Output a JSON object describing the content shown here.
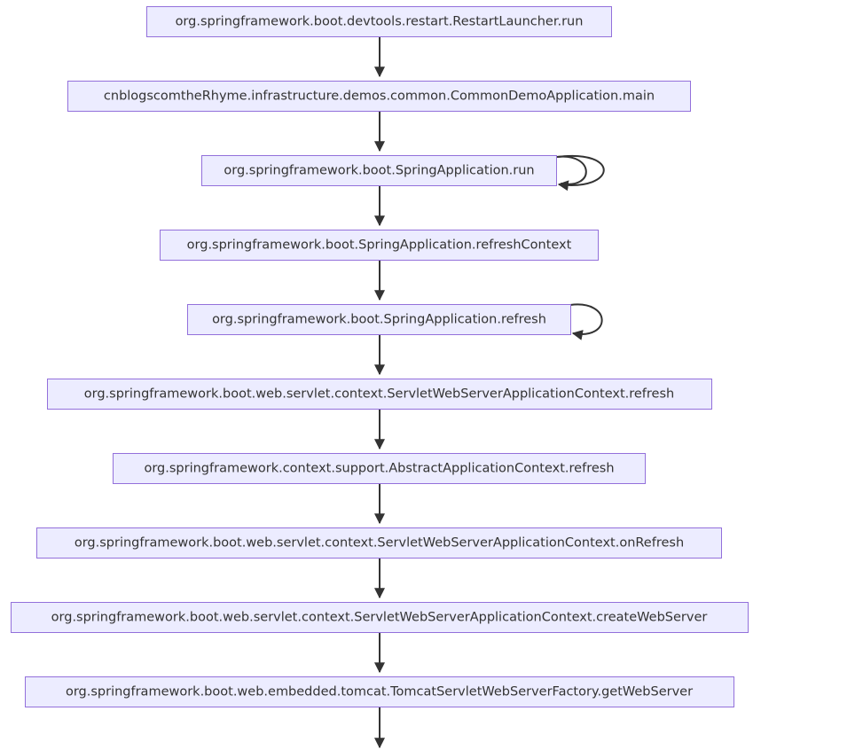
{
  "diagram": {
    "type": "flowchart",
    "direction": "top-down",
    "colors": {
      "node_fill": "#ECECFF",
      "node_border": "#9370DB",
      "edge": "#333333",
      "text": "#333333"
    },
    "nodes": [
      {
        "id": "n1",
        "label": "org.springframework.boot.devtools.restart.RestartLauncher.run"
      },
      {
        "id": "n2",
        "label": "cnblogscomtheRhyme.infrastructure.demos.common.CommonDemoApplication.main"
      },
      {
        "id": "n3",
        "label": "org.springframework.boot.SpringApplication.run",
        "self_loops": 2
      },
      {
        "id": "n4",
        "label": "org.springframework.boot.SpringApplication.refreshContext"
      },
      {
        "id": "n5",
        "label": "org.springframework.boot.SpringApplication.refresh",
        "self_loops": 1
      },
      {
        "id": "n6",
        "label": "org.springframework.boot.web.servlet.context.ServletWebServerApplicationContext.refresh"
      },
      {
        "id": "n7",
        "label": "org.springframework.context.support.AbstractApplicationContext.refresh"
      },
      {
        "id": "n8",
        "label": "org.springframework.boot.web.servlet.context.ServletWebServerApplicationContext.onRefresh"
      },
      {
        "id": "n9",
        "label": "org.springframework.boot.web.servlet.context.ServletWebServerApplicationContext.createWebServer"
      },
      {
        "id": "n10",
        "label": "org.springframework.boot.web.embedded.tomcat.TomcatServletWebServerFactory.getWebServer"
      }
    ],
    "edges": [
      {
        "from": "n1",
        "to": "n2"
      },
      {
        "from": "n2",
        "to": "n3"
      },
      {
        "from": "n3",
        "to": "n3"
      },
      {
        "from": "n3",
        "to": "n3"
      },
      {
        "from": "n3",
        "to": "n4"
      },
      {
        "from": "n4",
        "to": "n5"
      },
      {
        "from": "n5",
        "to": "n5"
      },
      {
        "from": "n5",
        "to": "n6"
      },
      {
        "from": "n6",
        "to": "n7"
      },
      {
        "from": "n7",
        "to": "n8"
      },
      {
        "from": "n8",
        "to": "n9"
      },
      {
        "from": "n9",
        "to": "n10"
      },
      {
        "from": "n10",
        "to": "continues-below"
      }
    ]
  }
}
